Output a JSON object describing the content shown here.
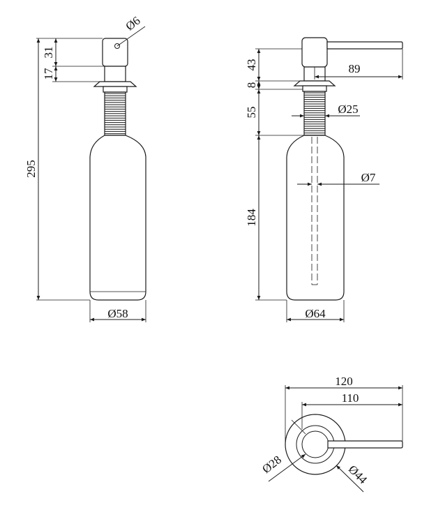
{
  "drawing": {
    "left_view": {
      "dim_overall_height": "295",
      "dim_pump_top": "31",
      "dim_pump_neck": "17",
      "dim_outlet_dia": "Ø6",
      "dim_bottle_dia": "Ø58"
    },
    "right_view": {
      "dim_head": "43",
      "dim_spout_length": "89",
      "dim_flange": "8",
      "dim_thread": "55",
      "dim_thread_dia": "Ø25",
      "dim_tube_dia": "Ø7",
      "dim_bottle_height": "184",
      "dim_bottle_dia": "Ø64"
    },
    "top_view": {
      "dim_total_length": "120",
      "dim_spout_reach": "110",
      "dim_inner_dia": "Ø28",
      "dim_flange_dia": "Ø44"
    }
  }
}
